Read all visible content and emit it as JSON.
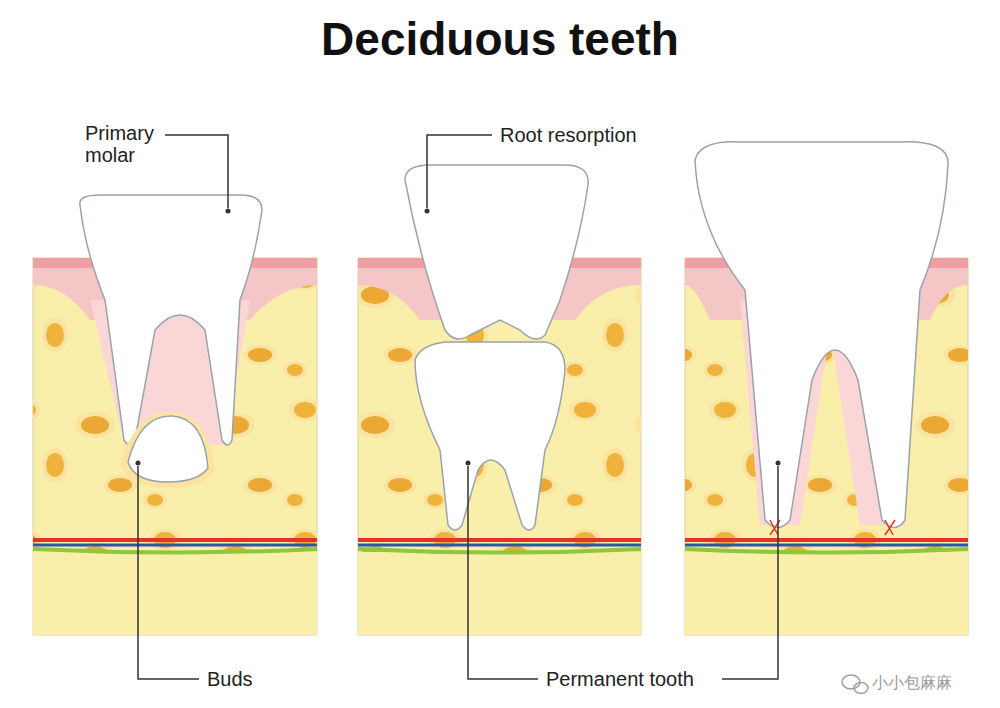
{
  "diagram": {
    "title": "Deciduous teeth",
    "labels": [
      "Primary molar",
      "Root resorption",
      "Buds",
      "Permanent tooth",
      "小小包麻麻"
    ]
  }
}
